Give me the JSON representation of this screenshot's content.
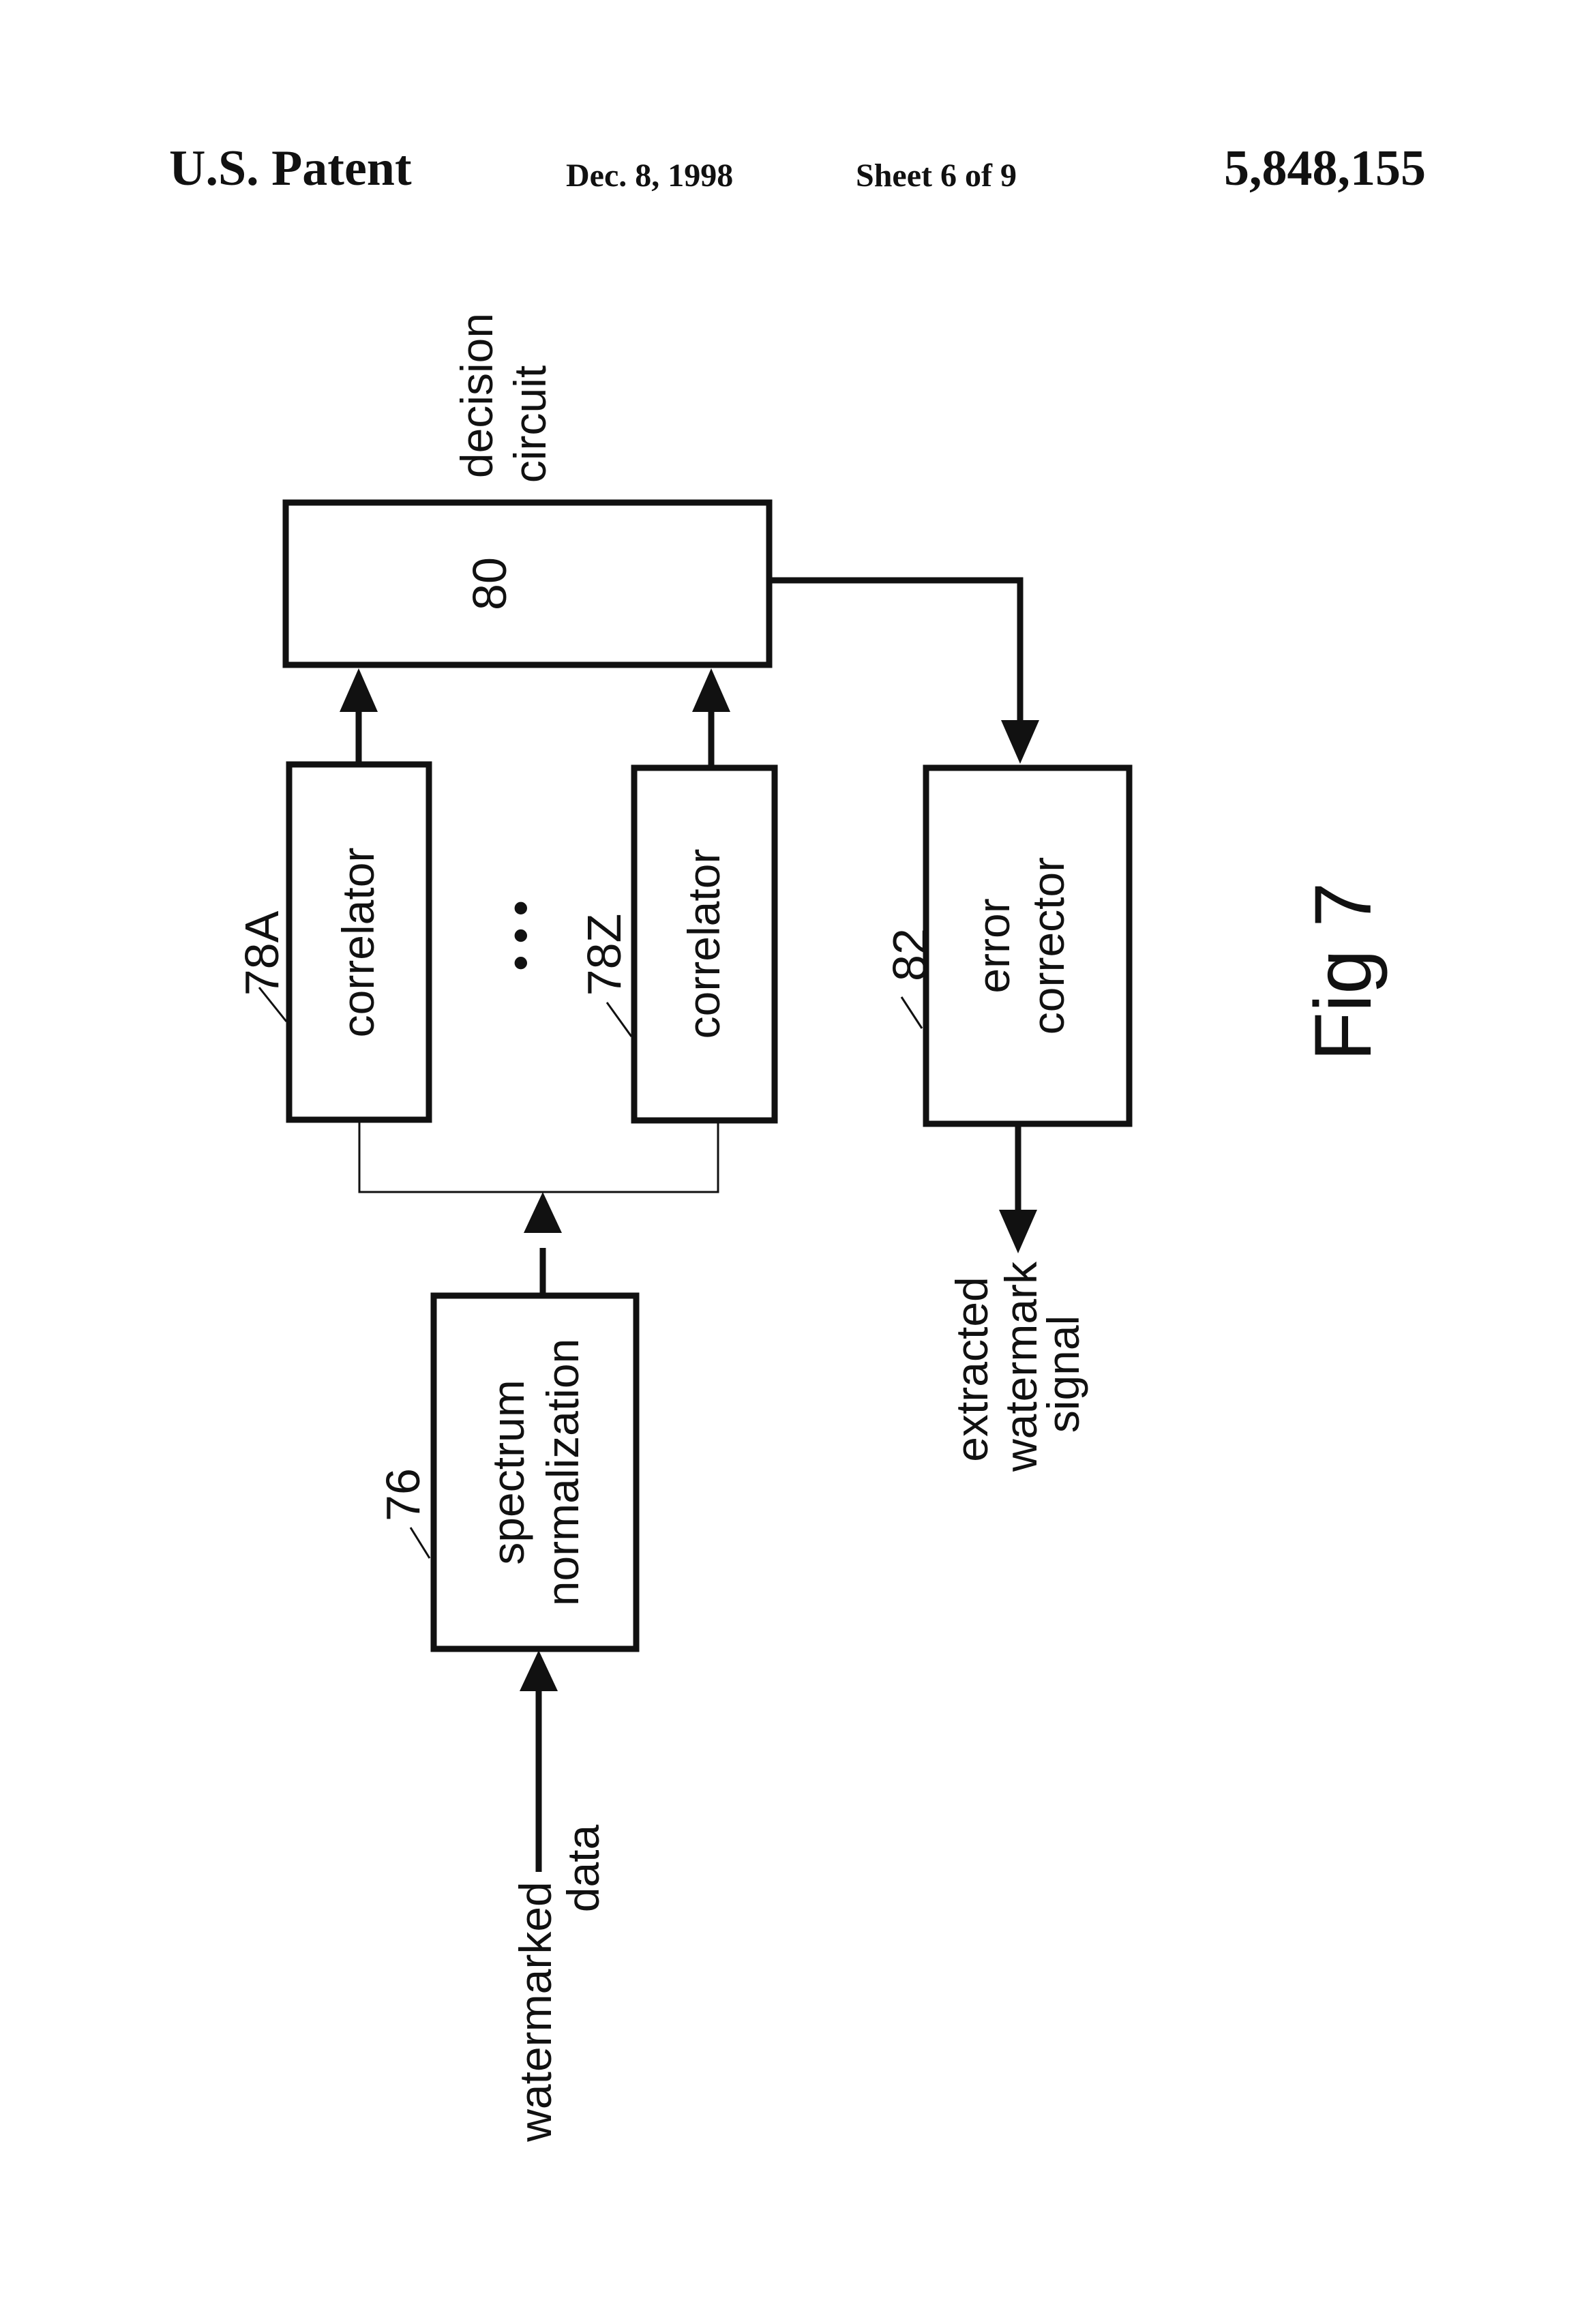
{
  "header": {
    "left": "U.S. Patent",
    "date": "Dec. 8, 1998",
    "sheet": "Sheet 6 of 9",
    "patent_number": "5,848,155"
  },
  "diagram": {
    "input_label": [
      "watermarked",
      "data"
    ],
    "spectrum_normalization": {
      "ref": "76",
      "lines": [
        "spectrum",
        "normalization"
      ]
    },
    "correlator_a": {
      "ref": "78A",
      "label": "correlator"
    },
    "correlator_z": {
      "ref": "78Z",
      "label": "correlator"
    },
    "ellipsis": "• • •",
    "decision_circuit": {
      "ref": "80",
      "lines": [
        "decision",
        "circuit"
      ]
    },
    "error_corrector": {
      "ref": "82",
      "lines": [
        "error",
        "corrector"
      ]
    },
    "output_label": [
      "extracted",
      "watermark",
      "signal"
    ],
    "figure_caption": "Fig 7"
  }
}
